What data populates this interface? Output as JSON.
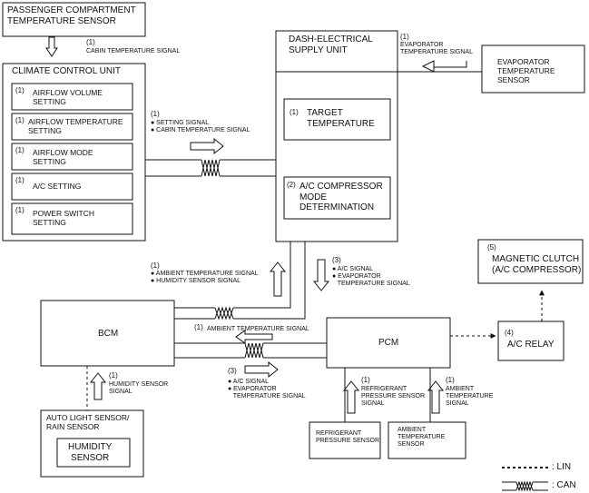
{
  "blocks": {
    "passenger_sensor": "PASSENGER COMPARTMENT\nTEMPERATURE SENSOR",
    "climate_unit": "CLIMATE CONTROL UNIT",
    "dash_unit": "DASH-ELECTRICAL\nSUPPLY UNIT",
    "evap_sensor": "EVAPORATOR\nTEMPERATURE\nSENSOR",
    "bcm": "BCM",
    "pcm": "PCM",
    "magnetic_clutch": "MAGNETIC CLUTCH\n(A/C COMPRESSOR)",
    "ac_relay": "A/C RELAY",
    "auto_light_sensor": "AUTO LIGHT SENSOR/\nRAIN SENSOR",
    "humidity_sensor": "HUMIDITY\nSENSOR",
    "refrigerant_sensor": "REFRIGERANT\nPRESSURE SENSOR",
    "ambient_sensor": "AMBIENT\nTEMPERATURE\nSENSOR"
  },
  "climate_settings": [
    {
      "num": "(1)",
      "label": "AIRFLOW VOLUME\nSETTING"
    },
    {
      "num": "(1)",
      "label": "AIRFLOW TEMPERATURE\nSETTING"
    },
    {
      "num": "(1)",
      "label": "AIRFLOW MODE\nSETTING"
    },
    {
      "num": "(1)",
      "label": "A/C SETTING"
    },
    {
      "num": "(1)",
      "label": "POWER SWITCH\nSETTING"
    }
  ],
  "dash_functions": [
    {
      "num": "(1)",
      "label": "TARGET\nTEMPERATURE"
    },
    {
      "num": "(2)",
      "label": "A/C COMPRESSOR\nMODE\nDETERMINATION"
    }
  ],
  "signals": {
    "cabin_temp": {
      "num": "(1)",
      "text": "CABIN TEMPERATURE SIGNAL"
    },
    "evaporator_temp": {
      "num": "(1)",
      "text": "EVAPORATOR\nTEMPERATURE SIGNAL"
    },
    "setting": {
      "num": "(1)",
      "text": "● SETTING SIGNAL\n● CABIN TEMPERATURE SIGNAL"
    },
    "ambient_humidity": {
      "num": "(1)",
      "text": "● AMBIENT TEMPERATURE SIGNAL\n● HUMIDITY SENSOR SIGNAL"
    },
    "ac_evap": {
      "num": "(3)",
      "text": "● A/C SIGNAL\n● EVAPORATOR\n   TEMPERATURE SIGNAL"
    },
    "ambient_temp": {
      "num": "(1)",
      "text": "AMBIENT TEMPERATURE SIGNAL"
    },
    "ac_evap_pcm": {
      "num": "(3)",
      "text": "● A/C SIGNAL\n● EVAPORATOR\n   TEMPERATURE SIGNAL"
    },
    "humidity": {
      "num": "(1)",
      "text": "HUMIDITY SENSOR\nSIGNAL"
    },
    "refrigerant": {
      "num": "(1)",
      "text": "REFRIGERANT\nPRESSURE SENSOR\nSIGNAL"
    },
    "ambient_pcm": {
      "num": "(1)",
      "text": "AMBIENT\nTEMPERATURE\nSIGNAL"
    }
  },
  "relay_num": "(4)",
  "clutch_num": "(5)",
  "legend": {
    "lin": ": LIN",
    "can": ": CAN"
  }
}
